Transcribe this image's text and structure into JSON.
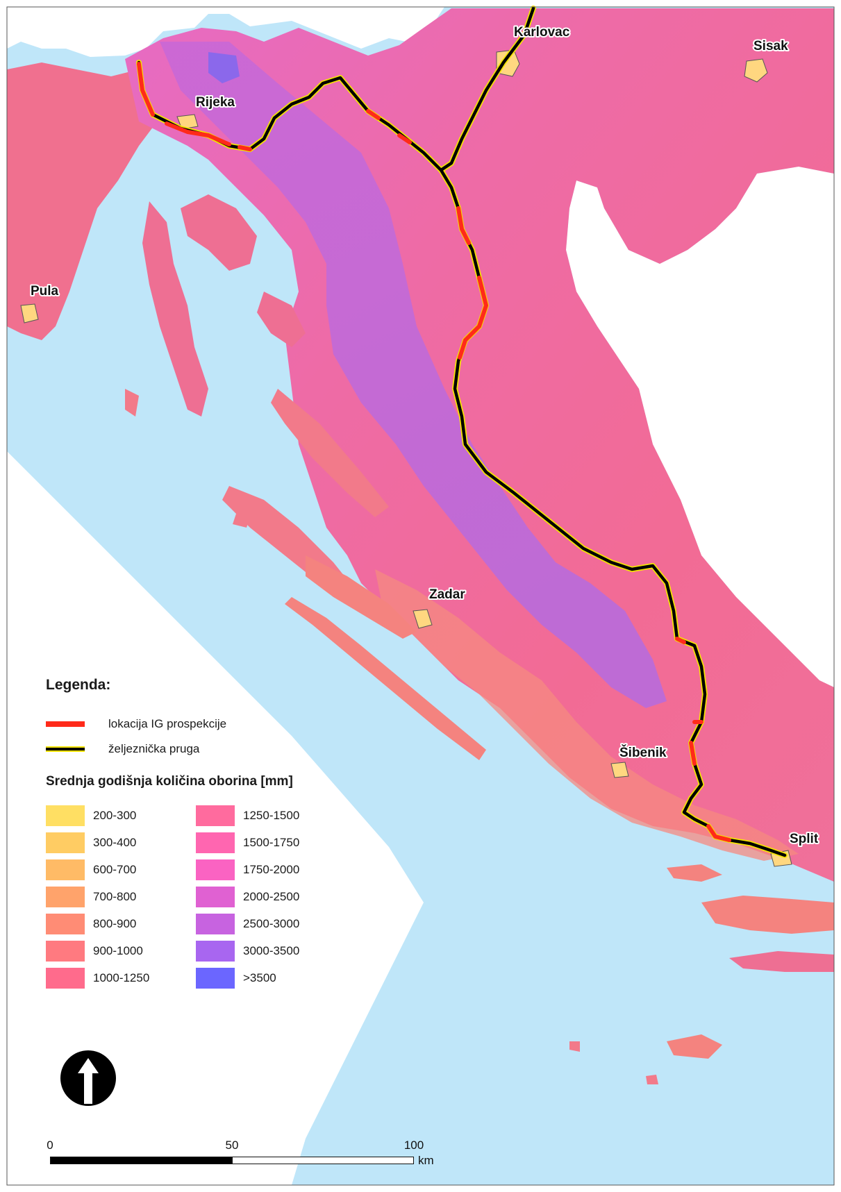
{
  "map": {
    "cities": [
      {
        "name": "Karlovac"
      },
      {
        "name": "Sisak"
      },
      {
        "name": "Rijeka"
      },
      {
        "name": "Pula"
      },
      {
        "name": "Zadar"
      },
      {
        "name": "Šibenik"
      },
      {
        "name": "Split"
      }
    ],
    "colors": {
      "sea": "#bfe6f9",
      "outside": "#ffffff",
      "railway_core": "#000000",
      "railway_edge": "#f5e400",
      "prospection": "#ff2a1a"
    }
  },
  "legend": {
    "title": "Legenda:",
    "lines": [
      {
        "label": "lokacija IG prospekcije",
        "color": "#ff2a1a",
        "icon": "red-line"
      },
      {
        "label": "željeznička pruga",
        "color": "#000000",
        "accent": "#f5e400",
        "icon": "railway-line"
      }
    ],
    "classes_title": "Srednja godišnja količina oborina [mm]",
    "classes": [
      {
        "label": "200-300",
        "color": "#ffdf63"
      },
      {
        "label": "300-400",
        "color": "#ffcc63"
      },
      {
        "label": "600-700",
        "color": "#ffbb66"
      },
      {
        "label": "700-800",
        "color": "#ffa36b"
      },
      {
        "label": "800-900",
        "color": "#ff8c75"
      },
      {
        "label": "900-1000",
        "color": "#ff7a80"
      },
      {
        "label": "1000-1250",
        "color": "#ff6b8c"
      },
      {
        "label": "1250-1500",
        "color": "#ff6b9e"
      },
      {
        "label": "1500-1750",
        "color": "#ff66b0"
      },
      {
        "label": "1750-2000",
        "color": "#fa63c2"
      },
      {
        "label": "2000-2500",
        "color": "#e061d2"
      },
      {
        "label": "2500-3000",
        "color": "#c763e0"
      },
      {
        "label": ">3500",
        "color": "#6b66ff"
      },
      {
        "label": "3000-3500",
        "color": "#a866f0"
      }
    ]
  },
  "north_arrow": {
    "icon": "north-arrow-icon"
  },
  "scale": {
    "ticks": [
      "0",
      "50",
      "100"
    ],
    "unit": "km"
  }
}
